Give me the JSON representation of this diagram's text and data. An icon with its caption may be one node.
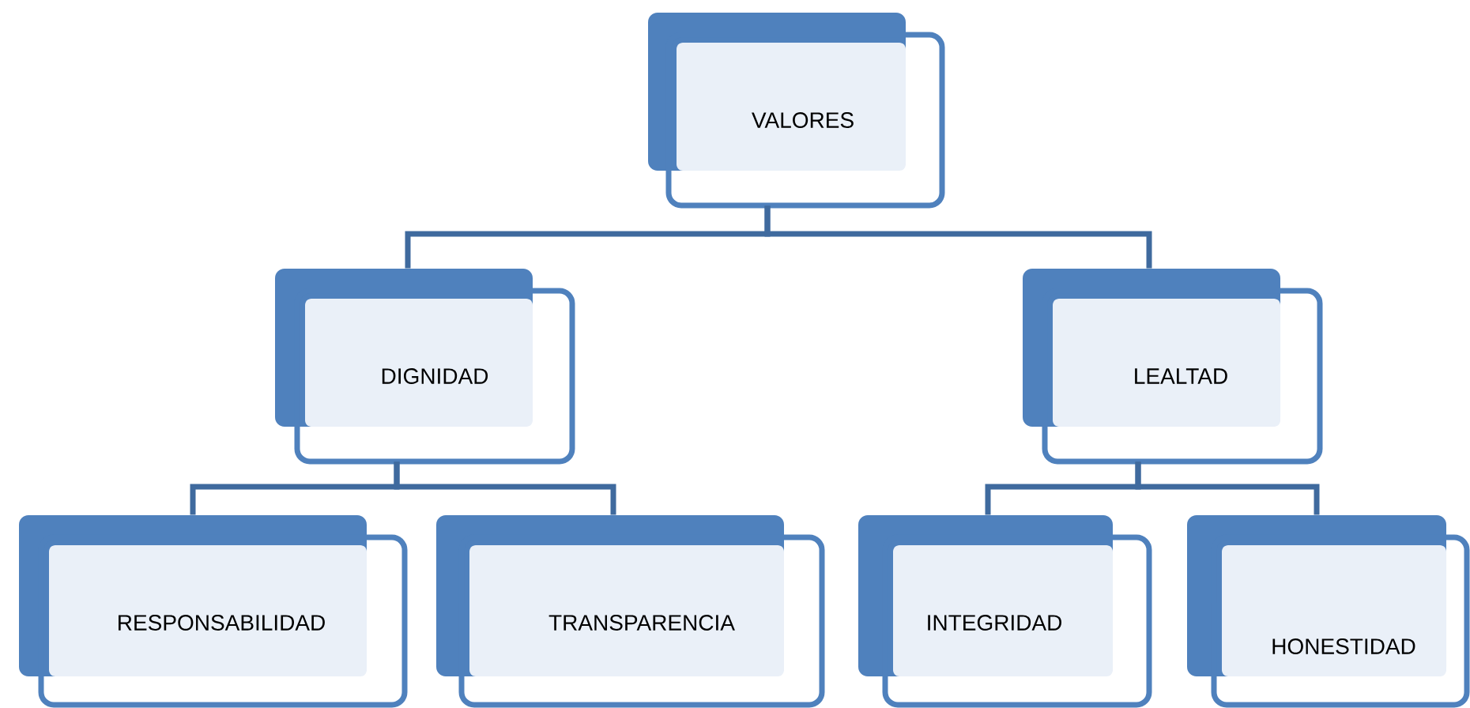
{
  "diagram": {
    "nodes": [
      {
        "text": [
          "VALORES"
        ]
      },
      {
        "text": [
          "DIGNIDAD"
        ]
      },
      {
        "text": [
          "LEALTAD"
        ]
      },
      {
        "text": [
          "RESPONSABILIDAD"
        ]
      },
      {
        "text": [
          "TRANSPARENCIA"
        ]
      },
      {
        "text": [
          "INTEGRIDAD"
        ]
      },
      {
        "text": [
          "HONESTIDAD"
        ]
      }
    ],
    "edges": [
      {
        "from": 0,
        "to": 1,
        "arrow": "none"
      },
      {
        "from": 0,
        "to": 2,
        "arrow": "none"
      },
      {
        "from": 1,
        "to": 3,
        "arrow": "none"
      },
      {
        "from": 1,
        "to": 4,
        "arrow": "none"
      },
      {
        "from": 2,
        "to": 5,
        "arrow": "none"
      },
      {
        "from": 2,
        "to": 6,
        "arrow": "none"
      }
    ]
  }
}
